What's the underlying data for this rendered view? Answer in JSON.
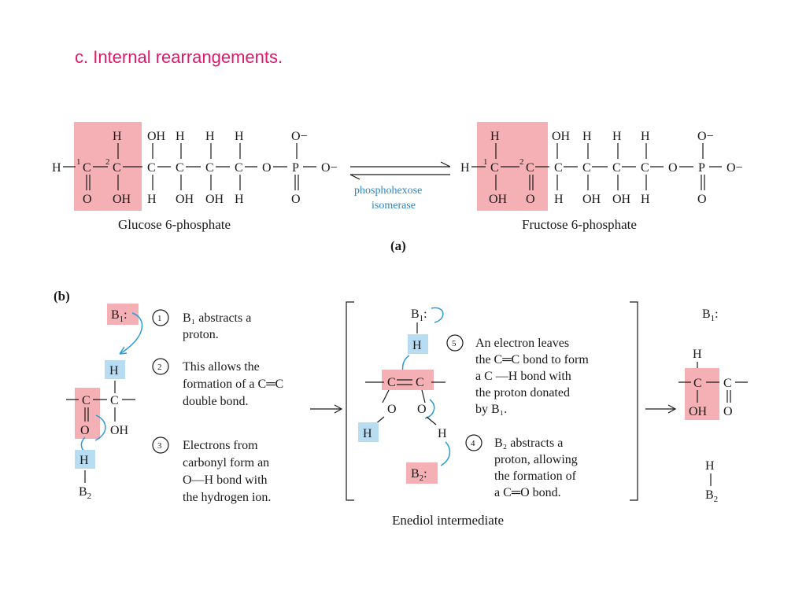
{
  "slide_title": "c. Internal rearrangements.",
  "panel_a": {
    "label": "(a)",
    "glucose": {
      "name": "Glucose 6-phosphate",
      "atoms": {
        "H": "H",
        "C": "C",
        "O": "O",
        "P": "P",
        "OH": "OH",
        "O_minus": "O−",
        "n1": "1",
        "n2": "2"
      }
    },
    "fructose": {
      "name": "Fructose 6-phosphate"
    },
    "enzyme": [
      "phosphohexose",
      "isomerase"
    ]
  },
  "panel_b": {
    "label": "(b)",
    "atoms": {
      "B1": "B",
      "sub1": "1",
      "B2": "B",
      "sub2": "2",
      "colon": ":",
      "H": "H",
      "C": "C",
      "O": "O",
      "OH": "OH"
    },
    "steps": [
      {
        "num": "1",
        "lines": [
          "B₁ abstracts a",
          "proton."
        ]
      },
      {
        "num": "2",
        "lines": [
          "This allows the",
          "formation of a C═C",
          "double bond."
        ]
      },
      {
        "num": "3",
        "lines": [
          "Electrons from",
          "carbonyl form an",
          "O—H bond with",
          "the hydrogen ion."
        ]
      },
      {
        "num": "5",
        "lines": [
          "An electron leaves",
          "the C═C bond to form",
          "a C —H bond with",
          "the proton donated",
          "by B₁."
        ]
      },
      {
        "num": "4",
        "lines": [
          "B₂ abstracts a",
          "proton, allowing",
          "the formation of",
          "a C═O bond."
        ]
      }
    ],
    "intermediate_caption": "Enediol intermediate"
  }
}
